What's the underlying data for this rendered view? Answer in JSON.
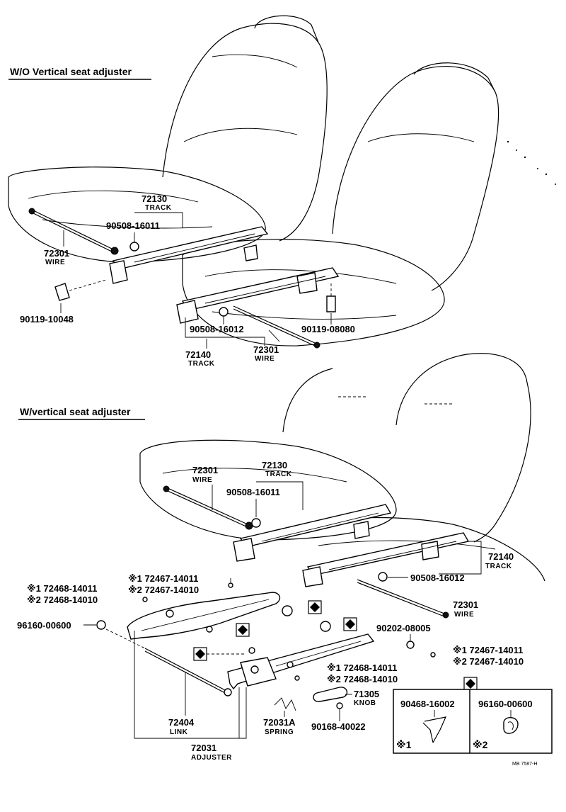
{
  "sections": {
    "top_header": "W/O Vertical seat adjuster",
    "bottom_header": "W/vertical seat adjuster"
  },
  "top": {
    "track_rear": {
      "num": "72130",
      "cap": "TRACK"
    },
    "nut_rear": "90508-16011",
    "wire_left": {
      "num": "72301",
      "cap": "WIRE"
    },
    "bolt_left": "90119-10048",
    "nut_front": "90508-16012",
    "bolt_right": "90119-08080",
    "track_front": {
      "num": "72140",
      "cap": "TRACK"
    },
    "wire_right": {
      "num": "72301",
      "cap": "WIRE"
    }
  },
  "bottom": {
    "wire_left": {
      "num": "72301",
      "cap": "WIRE"
    },
    "track_rear": {
      "num": "72130",
      "cap": "TRACK"
    },
    "nut_rear": "90508-16011",
    "track_front": {
      "num": "72140",
      "cap": "TRACK"
    },
    "nut_front": "90508-16012",
    "wire_right": {
      "num": "72301",
      "cap": "WIRE"
    },
    "screw_a1": "※1 72467-14011",
    "screw_a2": "※2 72467-14010",
    "screw_b1": "※1 72468-14011",
    "screw_b2": "※2 72468-14010",
    "grommet": "96160-00600",
    "nut_c": "90202-08005",
    "screw_c1": "※1 72467-14011",
    "screw_c2": "※2 72467-14010",
    "screw_d1": "※1 72468-14011",
    "screw_d2": "※2 72468-14010",
    "knob": {
      "num": "71305",
      "cap": "KNOB"
    },
    "link": {
      "num": "72404",
      "cap": "LINK"
    },
    "spring": {
      "num": "72031A",
      "cap": "SPRING"
    },
    "screw_e": "90168-40022",
    "adjuster": {
      "num": "72031",
      "cap": "ADJUSTER"
    }
  },
  "inset": {
    "left_part": "90468-16002",
    "right_part": "96160-00600",
    "left_mark": "※1",
    "right_mark": "※2"
  },
  "footer_code": "MB 7587-H"
}
